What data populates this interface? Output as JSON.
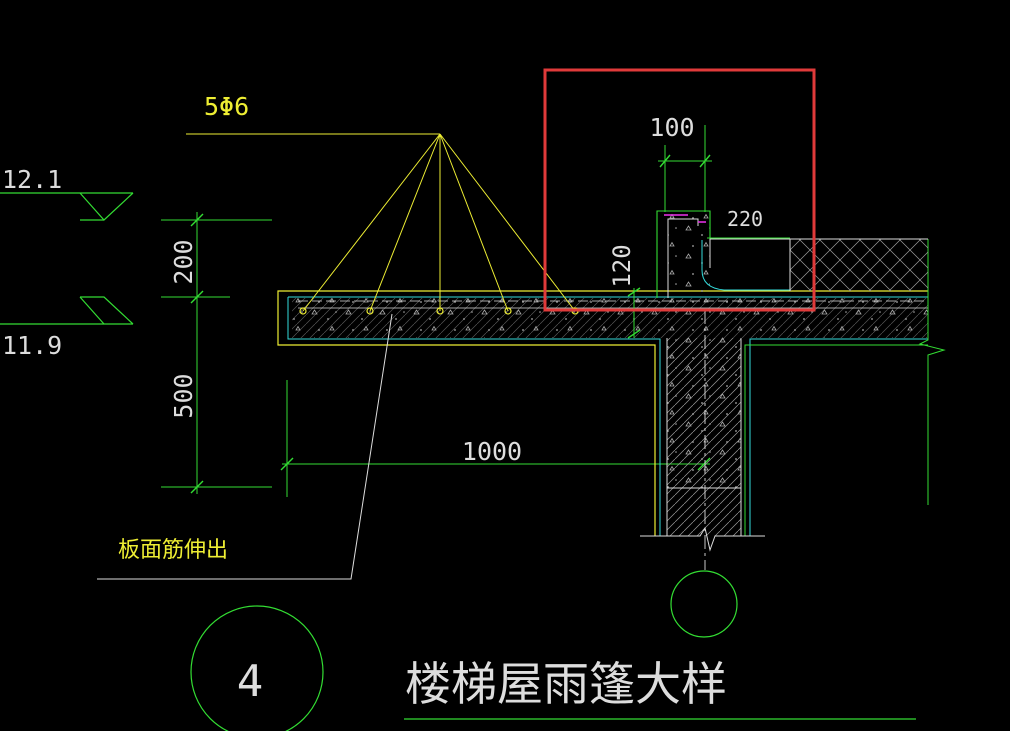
{
  "drawing": {
    "title": "楼梯屋雨篷大样",
    "detail_number": "4",
    "rebar_callout": "5Φ6",
    "note_label": "板面筋伸出"
  },
  "elevations": {
    "top": "12.1",
    "bottom": "11.9"
  },
  "dimensions": {
    "d200": "200",
    "d500": "500",
    "d1000": "1000",
    "d100": "100",
    "d220": "220",
    "d120": "120"
  },
  "colors": {
    "background": "#000000",
    "green": "#33dd33",
    "yellow": "#eeee33",
    "cyan": "#33dddd",
    "white": "#dddddd",
    "magenta": "#ee33ee",
    "highlight": "#e03a3a"
  }
}
